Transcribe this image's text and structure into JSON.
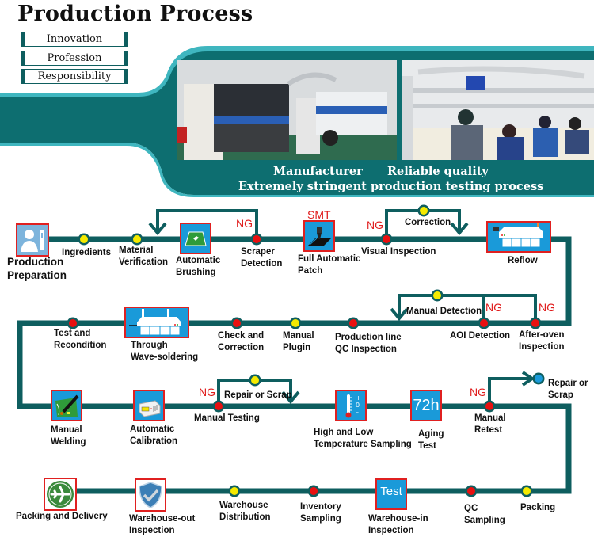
{
  "header": {
    "title": "Production Process",
    "tags": [
      "Innovation",
      "Profession",
      "Responsibility"
    ]
  },
  "banner": {
    "line1_left": "Manufacturer",
    "line1_right": "Reliable quality",
    "line2": "Extremely stringent production testing process",
    "photos": [
      "smt-machine-photo",
      "workshop-workers-photo"
    ]
  },
  "colors": {
    "track": "#0e5e5f",
    "banner_teal": "#0d6e70",
    "banner_light": "#3fb6bf",
    "node_red": "#e81010",
    "node_yellow": "#f5ea00",
    "node_blue": "#1a9ad9",
    "ng_text": "#e01b1b",
    "icon_bg": "#1a9ad9",
    "icon_border": "#e02020"
  },
  "flow": {
    "ng_label": "NG",
    "smt_label": "SMT",
    "row1": {
      "production_preparation": "Production\nPreparation",
      "ingredients": "Ingredients",
      "material_verification": "Material\nVerification",
      "automatic_brushing": "Automatic\nBrushing",
      "scraper_detection": "Scraper\nDetection",
      "full_automatic_patch": "Full Automatic\nPatch",
      "visual_inspection": "Visual Inspection",
      "correction": "Correction",
      "reflow": "Reflow"
    },
    "row2": {
      "test_and_recondition": "Test and\nRecondition",
      "through_wave_soldering": "Through\nWave-soldering",
      "check_and_correction": "Check and\nCorrection",
      "manual_plugin": "Manual\nPlugin",
      "production_line_qc": "Production line\nQC Inspection",
      "manual_detection": "Manual Detection",
      "aoi_detection": "AOI Detection",
      "after_oven_inspection": "After-oven\nInspection"
    },
    "row3": {
      "manual_welding": "Manual\nWelding",
      "automatic_calibration": "Automatic\nCalibration",
      "manual_testing": "Manual Testing",
      "repair_or_scrap": "Repair or Scrap",
      "high_low_temp": "High and Low\nTemperature Sampling",
      "aging_test": "Aging\nTest",
      "aging_icon_text": "72h",
      "manual_retest": "Manual\nRetest",
      "repair_or_scrap_end": "Repair or\nScrap"
    },
    "row4": {
      "packing_and_delivery": "Packing and Delivery",
      "warehouse_out": "Warehouse-out\nInspection",
      "warehouse_distribution": "Warehouse\nDistribution",
      "inventory_sampling": "Inventory\nSampling",
      "warehouse_in": "Warehouse-in\nInspection",
      "warehouse_in_icon_text": "Test",
      "qc_sampling": "QC\nSampling",
      "packing": "Packing"
    }
  }
}
